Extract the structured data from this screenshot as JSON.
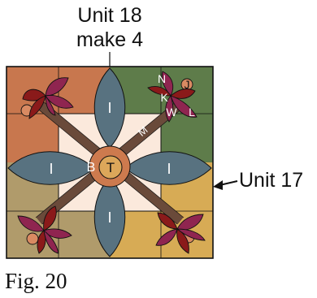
{
  "callouts": {
    "unit18_line1": "Unit 18",
    "unit18_line2": "make 4",
    "unit17": "Unit 17"
  },
  "caption": "Fig. 20",
  "piece_labels": {
    "top_petal": "I",
    "left_petal": "I",
    "right_petal": "I",
    "bottom_petal": "I",
    "center": "T",
    "center_ring": "B",
    "stem": "M",
    "leaf_n": "N",
    "leaf_j": "J",
    "leaf_k": "K",
    "leaf_w": "W",
    "leaf_l": "L"
  },
  "colors": {
    "orange_square": "#c8774e",
    "green_square": "#5e7c4a",
    "tan_square": "#b09b6b",
    "gold_square": "#d7ab55",
    "cream_frame": "#fbe9dc",
    "petal_blue": "#587280",
    "stem_brown": "#6a4a3a",
    "center_ring": "#cd7a4e",
    "center_gold": "#dca75a",
    "flower_purple": "#8f2550",
    "flower_red": "#8a1a1a",
    "flower_bud": "#d98a62",
    "outline": "#111111"
  }
}
